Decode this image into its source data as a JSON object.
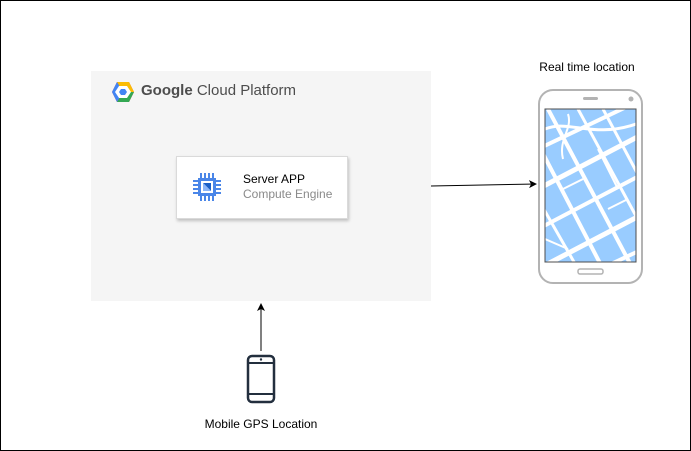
{
  "gcp": {
    "brand": "Google",
    "product": "Cloud Platform",
    "logo_icon": "google-cloud-hexagon-icon",
    "panel_color": "#f5f5f5"
  },
  "service": {
    "name": "Server APP",
    "type": "Compute Engine",
    "icon": "compute-chip-icon",
    "icon_color": "#4a86e8"
  },
  "realtime": {
    "label": "Real time location",
    "device_icon": "smartphone-map-icon",
    "map_color": "#99ccff"
  },
  "gps": {
    "label": "Mobile GPS Location",
    "device_icon": "mobile-phone-icon"
  },
  "connections": [
    {
      "from": "Mobile GPS Location",
      "to": "Google Cloud Platform"
    },
    {
      "from": "Server APP",
      "to": "Real time location"
    }
  ]
}
